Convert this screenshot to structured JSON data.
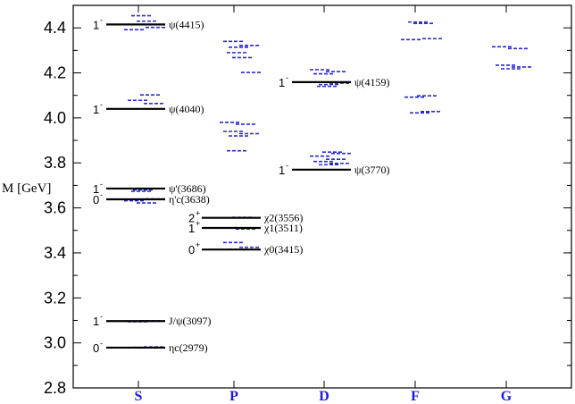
{
  "chart_data": {
    "type": "spectrum",
    "ylabel": "M [GeV]",
    "ylim": [
      2.8,
      4.5
    ],
    "yticks": [
      "2.8",
      "3.0",
      "3.2",
      "3.4",
      "3.6",
      "3.8",
      "4.0",
      "4.2",
      "4.4"
    ],
    "categories": [
      "S",
      "P",
      "D",
      "F",
      "G"
    ],
    "colors": {
      "experiment": "#000000",
      "model": "#2a2ad0",
      "category": "#1a1ad6"
    },
    "experimental_states": [
      {
        "wave": "S",
        "mass": 2.979,
        "jpc": "0",
        "sup": "-",
        "label": "ηc(2979)"
      },
      {
        "wave": "S",
        "mass": 3.097,
        "jpc": "1",
        "sup": "-",
        "label": "J/ψ(3097)"
      },
      {
        "wave": "S",
        "mass": 3.638,
        "jpc": "0",
        "sup": "-",
        "label": "η'c(3638)"
      },
      {
        "wave": "S",
        "mass": 3.686,
        "jpc": "1",
        "sup": "-",
        "label": "ψ'(3686)"
      },
      {
        "wave": "S",
        "mass": 4.04,
        "jpc": "1",
        "sup": "-",
        "label": "ψ(4040)"
      },
      {
        "wave": "S",
        "mass": 4.415,
        "jpc": "1",
        "sup": "-",
        "label": "ψ(4415)"
      },
      {
        "wave": "P",
        "mass": 3.415,
        "jpc": "0",
        "sup": "+",
        "label": "χ0(3415)"
      },
      {
        "wave": "P",
        "mass": 3.511,
        "jpc": "1",
        "sup": "+",
        "label": "χ1(3511)"
      },
      {
        "wave": "P",
        "mass": 3.556,
        "jpc": "2",
        "sup": "+",
        "label": "χ2(3556)"
      },
      {
        "wave": "D",
        "mass": 3.77,
        "jpc": "1",
        "sup": "-",
        "label": "ψ(3770)"
      },
      {
        "wave": "D",
        "mass": 4.159,
        "jpc": "1",
        "sup": "-",
        "label": "ψ(4159)"
      }
    ],
    "model_levels": [
      {
        "wave": "S",
        "masses": [
          2.98,
          2.982,
          3.094,
          3.098,
          3.632,
          3.64,
          3.622,
          3.674,
          3.68,
          4.064,
          4.078,
          4.102,
          4.392,
          4.402,
          4.43,
          4.454
        ]
      },
      {
        "wave": "P",
        "masses": [
          3.416,
          3.425,
          3.446,
          3.506,
          3.512,
          3.556,
          3.558,
          3.854,
          3.92,
          3.93,
          3.94,
          3.972,
          3.98,
          4.202,
          4.268,
          4.29,
          4.314,
          4.322,
          4.34
        ]
      },
      {
        "wave": "D",
        "masses": [
          3.792,
          3.798,
          3.806,
          3.816,
          3.83,
          3.842,
          3.848,
          4.14,
          4.148,
          4.154,
          4.196,
          4.206,
          4.214
        ]
      },
      {
        "wave": "F",
        "masses": [
          4.022,
          4.028,
          4.092,
          4.098,
          4.348,
          4.352,
          4.42,
          4.426
        ]
      },
      {
        "wave": "G",
        "masses": [
          4.218,
          4.226,
          4.234,
          4.308,
          4.316
        ]
      }
    ]
  }
}
